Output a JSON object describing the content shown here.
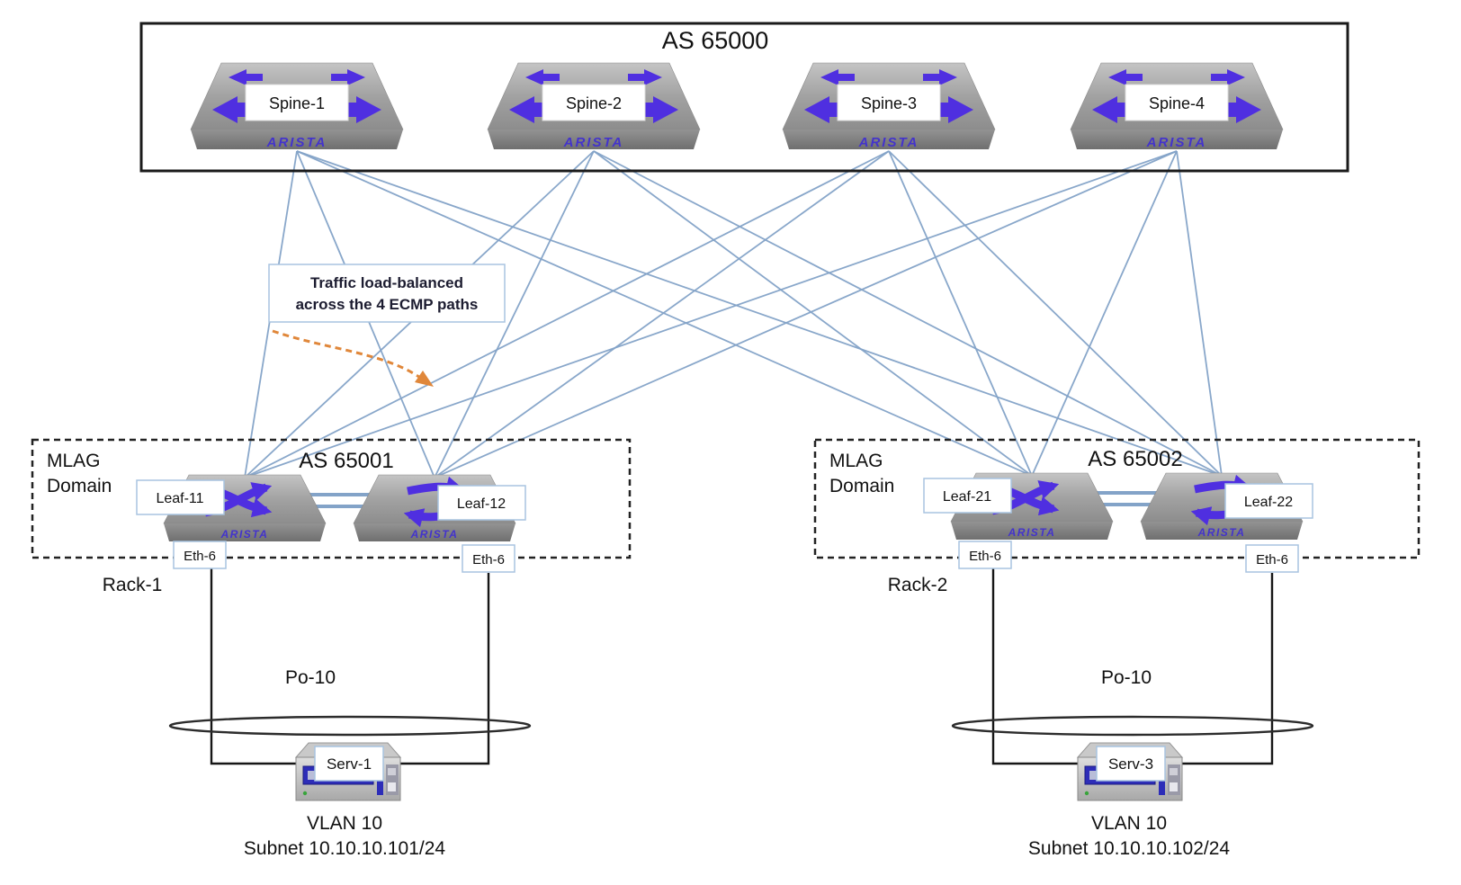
{
  "brand": "ARISTA",
  "spine_group": {
    "as_label": "AS 65000",
    "spines": [
      {
        "label": "Spine-1"
      },
      {
        "label": "Spine-2"
      },
      {
        "label": "Spine-3"
      },
      {
        "label": "Spine-4"
      }
    ]
  },
  "annotation": {
    "line1": "Traffic load-balanced",
    "line2": "across the 4 ECMP paths"
  },
  "racks": [
    {
      "mlag_line1": "MLAG",
      "mlag_line2": "Domain",
      "as_label": "AS 65001",
      "rack_label": "Rack-1",
      "port_channel_label": "Po-10",
      "leaves": [
        {
          "label": "Leaf-11",
          "port_label": "Eth-6"
        },
        {
          "label": "Leaf-12",
          "port_label": "Eth-6"
        }
      ],
      "server": {
        "label": "Serv-1",
        "vlan_label": "VLAN 10",
        "subnet_label": "Subnet 10.10.10.101/24"
      }
    },
    {
      "mlag_line1": "MLAG",
      "mlag_line2": "Domain",
      "as_label": "AS 65002",
      "rack_label": "Rack-2",
      "port_channel_label": "Po-10",
      "leaves": [
        {
          "label": "Leaf-21",
          "port_label": "Eth-6"
        },
        {
          "label": "Leaf-22",
          "port_label": "Eth-6"
        }
      ],
      "server": {
        "label": "Serv-3",
        "vlan_label": "VLAN 10",
        "subnet_label": "Subnet 10.10.10.102/24"
      }
    }
  ],
  "connections": {
    "ecmp_mesh": [
      [
        "Spine-1",
        "Leaf-11"
      ],
      [
        "Spine-1",
        "Leaf-12"
      ],
      [
        "Spine-1",
        "Leaf-21"
      ],
      [
        "Spine-1",
        "Leaf-22"
      ],
      [
        "Spine-2",
        "Leaf-11"
      ],
      [
        "Spine-2",
        "Leaf-12"
      ],
      [
        "Spine-2",
        "Leaf-21"
      ],
      [
        "Spine-2",
        "Leaf-22"
      ],
      [
        "Spine-3",
        "Leaf-11"
      ],
      [
        "Spine-3",
        "Leaf-12"
      ],
      [
        "Spine-3",
        "Leaf-21"
      ],
      [
        "Spine-3",
        "Leaf-22"
      ],
      [
        "Spine-4",
        "Leaf-11"
      ],
      [
        "Spine-4",
        "Leaf-12"
      ],
      [
        "Spine-4",
        "Leaf-21"
      ],
      [
        "Spine-4",
        "Leaf-22"
      ]
    ],
    "mlag_peer_links": [
      [
        "Leaf-11",
        "Leaf-12"
      ],
      [
        "Leaf-21",
        "Leaf-22"
      ]
    ],
    "server_links": [
      [
        "Leaf-11",
        "Serv-1"
      ],
      [
        "Leaf-12",
        "Serv-1"
      ],
      [
        "Leaf-21",
        "Serv-3"
      ],
      [
        "Leaf-22",
        "Serv-3"
      ]
    ]
  },
  "colors": {
    "ecmp_link_blue": "#83a3c8",
    "arrow_purple": "#4f2fe0",
    "brand_purple": "#4333cc",
    "annotation_orange": "#e0873a",
    "label_box_border": "#a8c4e0",
    "switch_gray": "#9a9a9a"
  }
}
